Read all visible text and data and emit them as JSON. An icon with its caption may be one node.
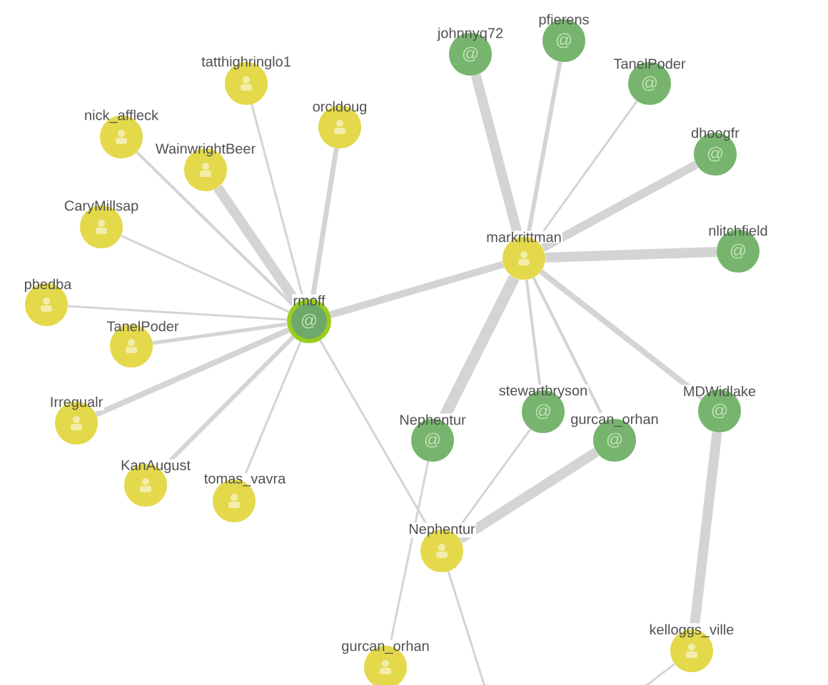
{
  "diagram": {
    "nodes": [
      {
        "text": [
          "rmoff",
          "@"
        ]
      },
      {
        "text": [
          "tatthighringlo1"
        ]
      },
      {
        "text": [
          "orcldoug"
        ]
      },
      {
        "text": [
          "nick_affleck"
        ]
      },
      {
        "text": [
          "WainwrightBeer"
        ]
      },
      {
        "text": [
          "CaryMillsap"
        ]
      },
      {
        "text": [
          "pbedba"
        ]
      },
      {
        "text": [
          "TanelPoder"
        ]
      },
      {
        "text": [
          "Irregualr"
        ]
      },
      {
        "text": [
          "KanAugust"
        ]
      },
      {
        "text": [
          "tomas_vavra"
        ]
      },
      {
        "text": [
          "johnnyq72",
          "@"
        ]
      },
      {
        "text": [
          "pfierens",
          "@"
        ]
      },
      {
        "text": [
          "TanelPoder",
          "@"
        ]
      },
      {
        "text": [
          "dhoogfr",
          "@"
        ]
      },
      {
        "text": [
          "markrittman"
        ]
      },
      {
        "text": [
          "nlitchfield",
          "@"
        ]
      },
      {
        "text": [
          "stewartbryson",
          "@"
        ]
      },
      {
        "text": [
          "MDWidlake",
          "@"
        ]
      },
      {
        "text": [
          "Nephentur",
          "@"
        ]
      },
      {
        "text": [
          "gurcan_orhan",
          "@"
        ]
      },
      {
        "text": [
          "Nephentur"
        ]
      },
      {
        "text": [
          "gurcan_orhan"
        ]
      },
      {
        "text": [
          "kelloggs_ville"
        ]
      }
    ],
    "edges": [
      {
        "from": 0,
        "to": 1,
        "arrow": "none"
      },
      {
        "from": 0,
        "to": 2,
        "arrow": "none"
      },
      {
        "from": 0,
        "to": 3,
        "arrow": "none"
      },
      {
        "from": 0,
        "to": 4,
        "arrow": "none",
        "style": "thick"
      },
      {
        "from": 0,
        "to": 5,
        "arrow": "none"
      },
      {
        "from": 0,
        "to": 6,
        "arrow": "none"
      },
      {
        "from": 0,
        "to": 7,
        "arrow": "none"
      },
      {
        "from": 0,
        "to": 8,
        "arrow": "none"
      },
      {
        "from": 0,
        "to": 9,
        "arrow": "none"
      },
      {
        "from": 0,
        "to": 10,
        "arrow": "none"
      },
      {
        "from": 0,
        "to": 15,
        "arrow": "none",
        "style": "thick"
      },
      {
        "from": 0,
        "to": 21,
        "arrow": "none"
      },
      {
        "from": 15,
        "to": 11,
        "arrow": "none",
        "style": "thick"
      },
      {
        "from": 15,
        "to": 12,
        "arrow": "none"
      },
      {
        "from": 15,
        "to": 13,
        "arrow": "none"
      },
      {
        "from": 15,
        "to": 14,
        "arrow": "none",
        "style": "thick"
      },
      {
        "from": 15,
        "to": 16,
        "arrow": "none",
        "style": "thick"
      },
      {
        "from": 15,
        "to": 18,
        "arrow": "none"
      },
      {
        "from": 15,
        "to": 17,
        "arrow": "none"
      },
      {
        "from": 15,
        "to": 20,
        "arrow": "none"
      },
      {
        "from": 15,
        "to": 19,
        "arrow": "none",
        "style": "thick"
      },
      {
        "from": 17,
        "to": 21,
        "arrow": "none"
      },
      {
        "from": 20,
        "to": 21,
        "arrow": "none",
        "style": "thick"
      },
      {
        "from": 19,
        "to": 22,
        "arrow": "none"
      },
      {
        "from": 18,
        "to": 23,
        "arrow": "none",
        "style": "thick"
      },
      {
        "from": 21,
        "to": null,
        "arrow": "none"
      },
      {
        "from": 23,
        "to": null,
        "arrow": "none"
      }
    ]
  }
}
